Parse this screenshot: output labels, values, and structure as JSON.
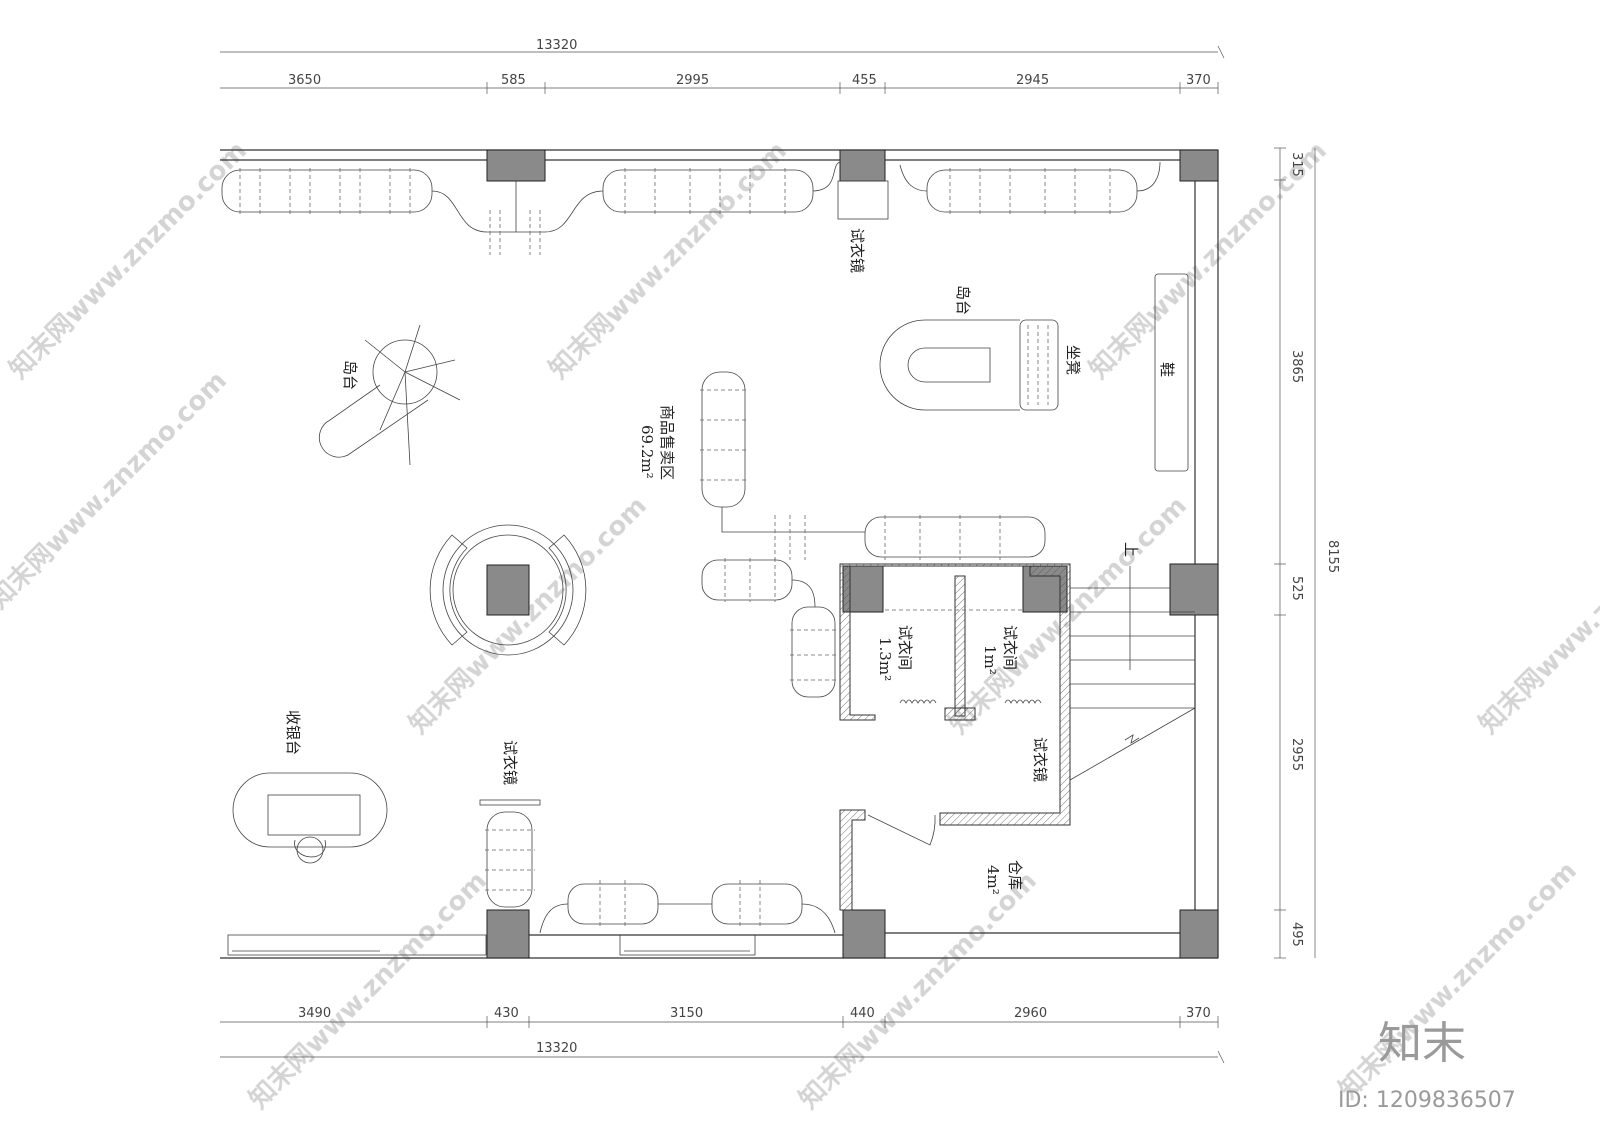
{
  "dimensions": {
    "top_total": "13320",
    "top": [
      "3650",
      "585",
      "2995",
      "455",
      "2945",
      "370"
    ],
    "bottom": [
      "3490",
      "430",
      "3150",
      "440",
      "2960",
      "370"
    ],
    "bottom_total": "13320",
    "right": [
      "315",
      "3865",
      "525",
      "2955",
      "495"
    ],
    "right_total": "8155"
  },
  "labels": {
    "mirror_top": "试衣镜",
    "island_right": "岛台",
    "stool": "坐凳",
    "shoes": "鞋",
    "island_left": "岛台",
    "sales_area": "商品售卖区",
    "sales_area_size": "69.2m²",
    "fitting_room_1": "试衣间",
    "fitting_room_1_size": "1.3m²",
    "fitting_room_2": "试衣间",
    "fitting_room_2_size": "1m²",
    "mirror_fitting": "试衣镜",
    "up": "上",
    "cashier": "收银台",
    "mirror_left": "试衣镜",
    "storage": "仓库",
    "storage_size": "4m²"
  },
  "watermark": {
    "text": "知末网www.znzmo.com",
    "brand": "知末",
    "id": "ID: 1209836507"
  },
  "colors": {
    "column_fill": "#8a8a8a",
    "line": "#333333",
    "watermark": "#d0d0d0"
  }
}
